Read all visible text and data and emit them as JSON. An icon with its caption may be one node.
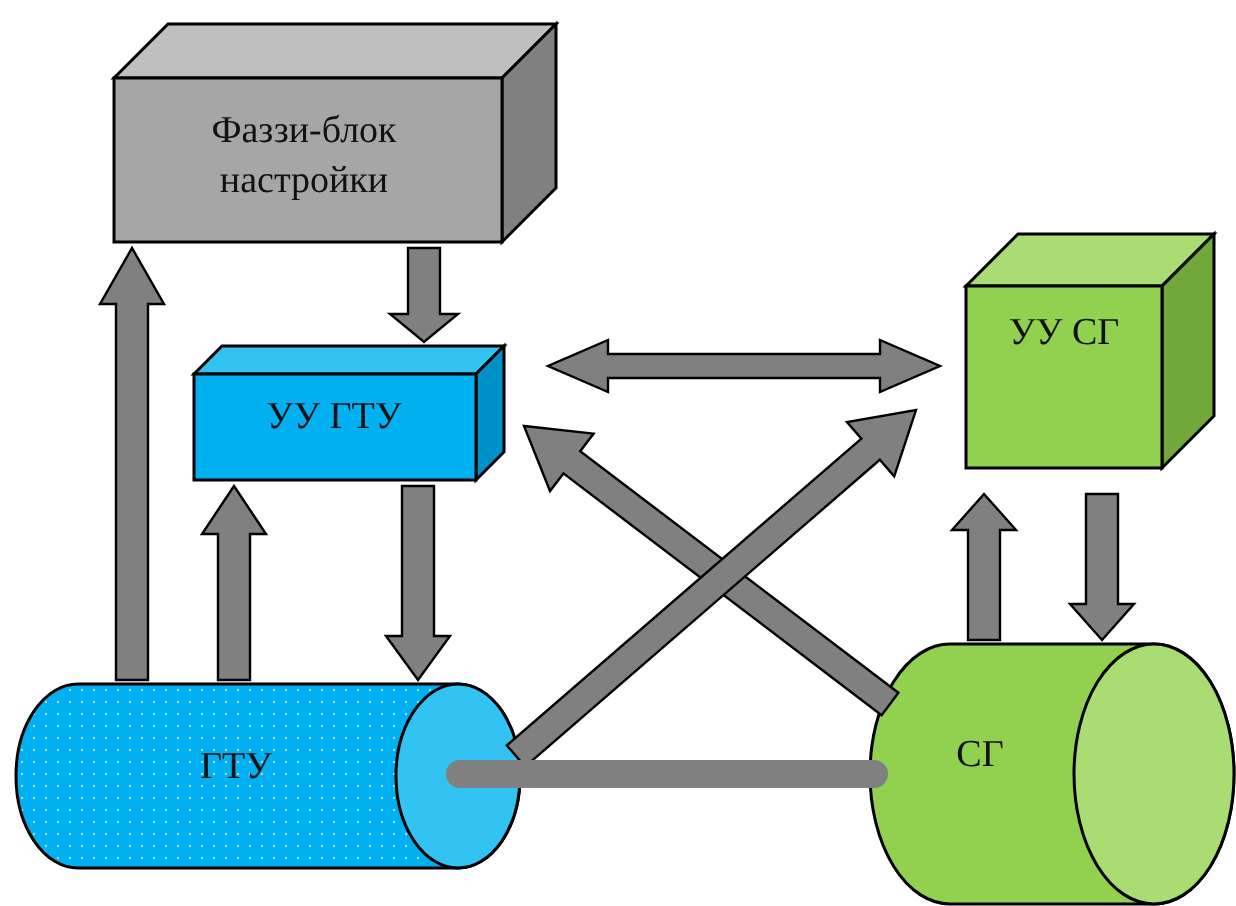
{
  "diagram": {
    "nodes": [
      {
        "text": [
          "Фаззи-блок настройки"
        ]
      },
      {
        "text": [
          "УУ ГТУ"
        ]
      },
      {
        "text": [
          "УУ СГ"
        ]
      },
      {
        "text": [
          "ГТУ"
        ]
      },
      {
        "text": [
          "СГ"
        ]
      }
    ],
    "edges": [
      {
        "from": 3,
        "to": 0,
        "arrow": "to"
      },
      {
        "from": 0,
        "to": 1,
        "arrow": "to"
      },
      {
        "from": 3,
        "to": 1,
        "arrow": "to"
      },
      {
        "from": 1,
        "to": 3,
        "arrow": "to"
      },
      {
        "from": 1,
        "to": 2,
        "arrow": "both"
      },
      {
        "from": 4,
        "to": 1,
        "arrow": "to"
      },
      {
        "from": 3,
        "to": 2,
        "arrow": "to"
      },
      {
        "from": 4,
        "to": 2,
        "arrow": "to"
      },
      {
        "from": 2,
        "to": 4,
        "arrow": "to"
      },
      {
        "from": 3,
        "to": 4,
        "arrow": "none"
      }
    ]
  }
}
